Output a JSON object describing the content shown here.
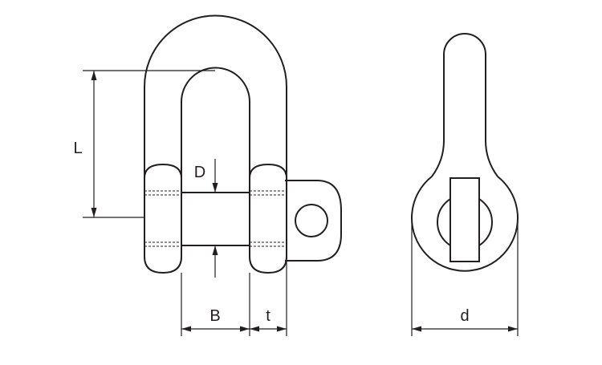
{
  "diagram": {
    "labels": {
      "L": "L",
      "D": "D",
      "B": "B",
      "t": "t",
      "d": "d"
    }
  }
}
